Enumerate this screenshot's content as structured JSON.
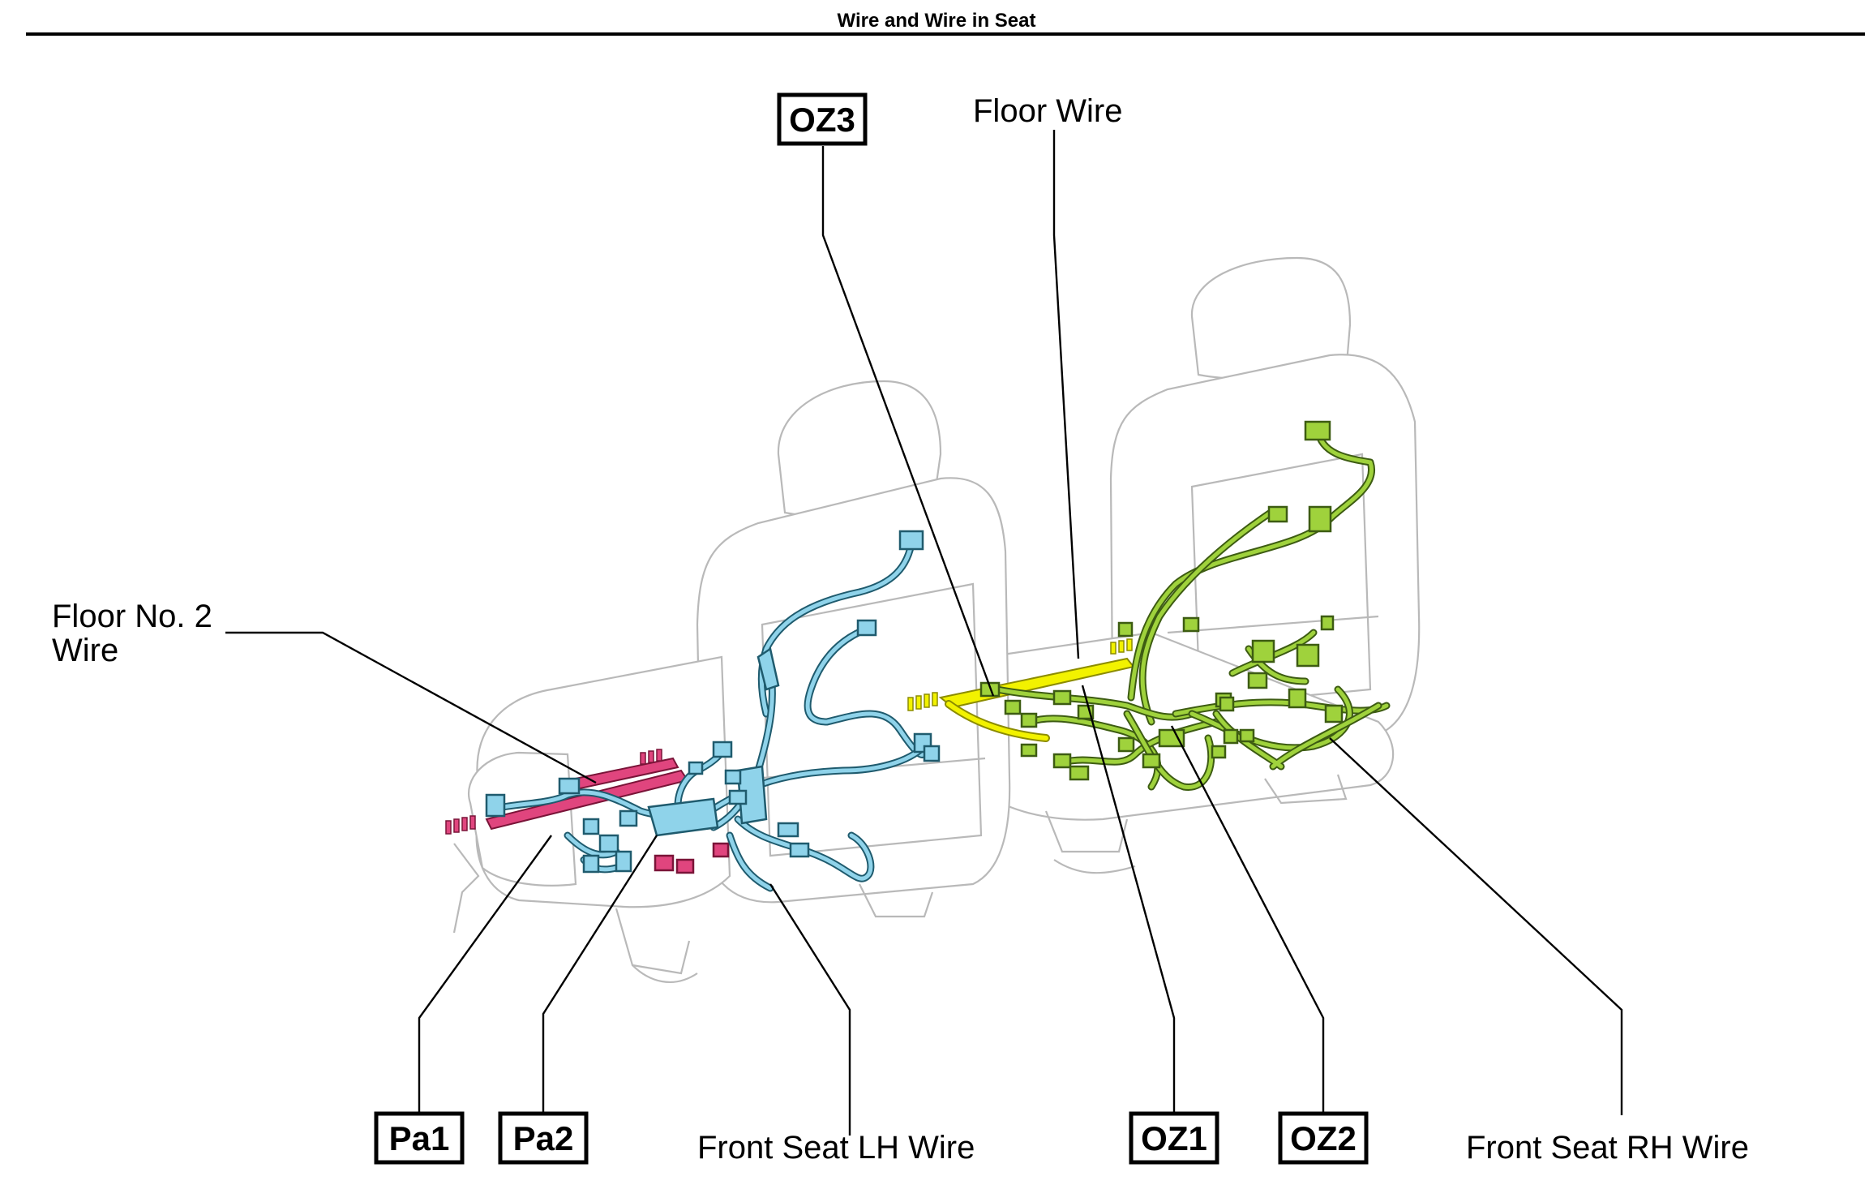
{
  "page": {
    "title": "Wire and Wire in Seat"
  },
  "labels": {
    "floor_wire": "Floor Wire",
    "floor_no2_line1": "Floor No. 2",
    "floor_no2_line2": "Wire",
    "front_seat_lh": "Front Seat LH Wire",
    "front_seat_rh": "Front Seat RH Wire"
  },
  "connectors": {
    "oz3": "OZ3",
    "oz1": "OZ1",
    "oz2": "OZ2",
    "pa1": "Pa1",
    "pa2": "Pa2"
  },
  "colors": {
    "floor_wire": "#f2f200",
    "floor_no2_wire": "#e0457e",
    "front_seat_lh_wire": "#8fd3ea",
    "front_seat_rh_wire": "#9fd23c",
    "seat_outline": "#b9b9b9"
  }
}
